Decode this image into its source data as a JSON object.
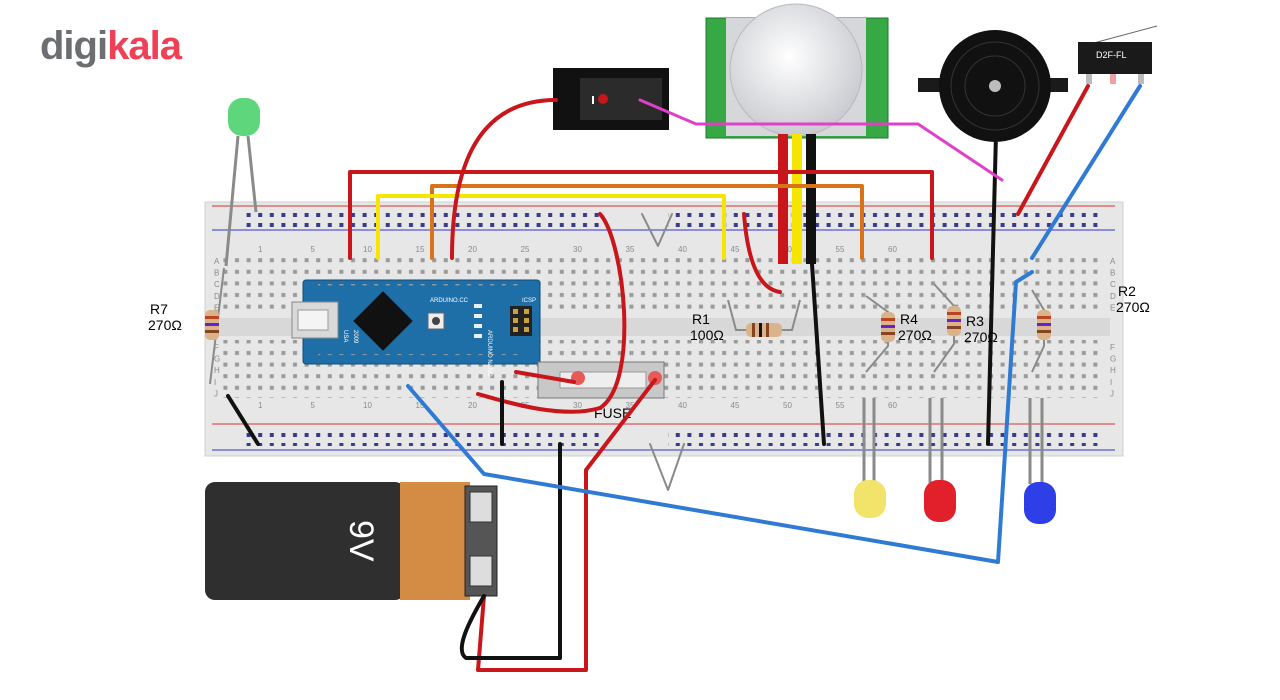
{
  "brand": {
    "part1": "digi",
    "part2": "kala"
  },
  "labels": {
    "r7_name": "R7",
    "r7_value": "270Ω",
    "r1_name": "R1",
    "r1_value": "100Ω",
    "r4_name": "R4",
    "r4_value": "270Ω",
    "r3_name": "R3",
    "r3_value": "270Ω",
    "r2_name": "R2",
    "r2_value": "270Ω",
    "fuse": "FUSE",
    "battery": "9V",
    "switch": "D2F-FL",
    "arduino_brand": "ARDUINO.CC",
    "arduino_model": "ARDUINO NANO",
    "arduino_year": "2009",
    "arduino_icsp": "ICSP",
    "arduino_usa": "USA"
  },
  "breadboard": {
    "row_letters_top": [
      "A",
      "B",
      "C",
      "D",
      "E"
    ],
    "row_letters_bottom": [
      "F",
      "G",
      "H",
      "I",
      "J"
    ],
    "column_numbers": [
      "1",
      "5",
      "10",
      "15",
      "20",
      "25",
      "30",
      "35",
      "40",
      "45",
      "50",
      "55",
      "60"
    ]
  },
  "colors": {
    "wire_red": "#c8161b",
    "wire_yellow": "#f5e500",
    "wire_orange": "#d8731a",
    "wire_blue": "#2f7bd4",
    "wire_black": "#111111",
    "wire_magenta": "#e040c8",
    "wire_gray": "#8a8a8a",
    "arduino": "#1e6fa8",
    "pir_board": "#36a844",
    "brand_accent": "#ef4056"
  }
}
